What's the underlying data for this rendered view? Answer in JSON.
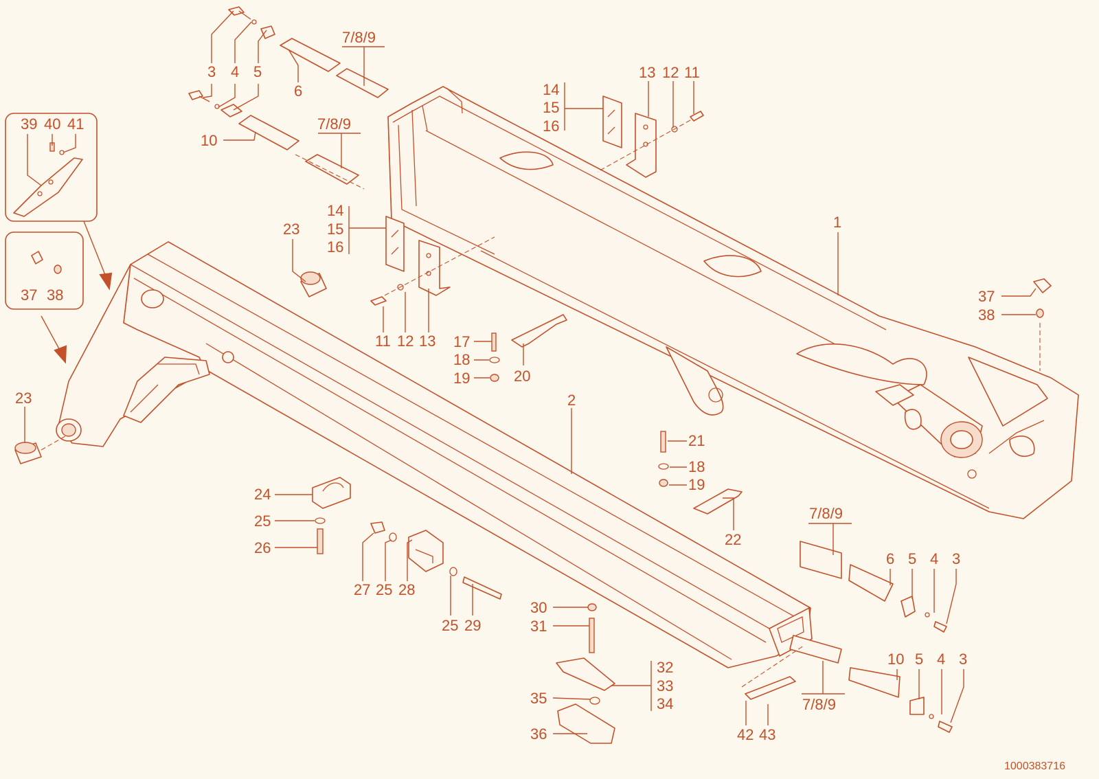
{
  "drawing": {
    "reference_number": "1000383716",
    "accent_color": "#c2512a",
    "background_color": "#fdf8ee"
  },
  "callouts": [
    {
      "id": "c-3a",
      "text": "3"
    },
    {
      "id": "c-4a",
      "text": "4"
    },
    {
      "id": "c-5a",
      "text": "5"
    },
    {
      "id": "c-789a",
      "text": "7/8/9"
    },
    {
      "id": "c-6a",
      "text": "6"
    },
    {
      "id": "c-10a",
      "text": "10"
    },
    {
      "id": "c-789b",
      "text": "7/8/9"
    },
    {
      "id": "c-39",
      "text": "39"
    },
    {
      "id": "c-40",
      "text": "40"
    },
    {
      "id": "c-41",
      "text": "41"
    },
    {
      "id": "c-37a",
      "text": "37"
    },
    {
      "id": "c-38a",
      "text": "38"
    },
    {
      "id": "c-14a",
      "text": "14"
    },
    {
      "id": "c-15a",
      "text": "15"
    },
    {
      "id": "c-16a",
      "text": "16"
    },
    {
      "id": "c-13a",
      "text": "13"
    },
    {
      "id": "c-12a",
      "text": "12"
    },
    {
      "id": "c-11a",
      "text": "11"
    },
    {
      "id": "c-1",
      "text": "1"
    },
    {
      "id": "c-23a",
      "text": "23"
    },
    {
      "id": "c-14b",
      "text": "14"
    },
    {
      "id": "c-15b",
      "text": "15"
    },
    {
      "id": "c-16b",
      "text": "16"
    },
    {
      "id": "c-11b",
      "text": "11"
    },
    {
      "id": "c-12b",
      "text": "12"
    },
    {
      "id": "c-13b",
      "text": "13"
    },
    {
      "id": "c-17",
      "text": "17"
    },
    {
      "id": "c-18a",
      "text": "18"
    },
    {
      "id": "c-19a",
      "text": "19"
    },
    {
      "id": "c-20",
      "text": "20"
    },
    {
      "id": "c-37b",
      "text": "37"
    },
    {
      "id": "c-38b",
      "text": "38"
    },
    {
      "id": "c-23b",
      "text": "23"
    },
    {
      "id": "c-2",
      "text": "2"
    },
    {
      "id": "c-21",
      "text": "21"
    },
    {
      "id": "c-18b",
      "text": "18"
    },
    {
      "id": "c-19b",
      "text": "19"
    },
    {
      "id": "c-22",
      "text": "22"
    },
    {
      "id": "c-24",
      "text": "24"
    },
    {
      "id": "c-25a",
      "text": "25"
    },
    {
      "id": "c-26",
      "text": "26"
    },
    {
      "id": "c-27",
      "text": "27"
    },
    {
      "id": "c-25b",
      "text": "25"
    },
    {
      "id": "c-28",
      "text": "28"
    },
    {
      "id": "c-25c",
      "text": "25"
    },
    {
      "id": "c-29",
      "text": "29"
    },
    {
      "id": "c-789c",
      "text": "7/8/9"
    },
    {
      "id": "c-6b",
      "text": "6"
    },
    {
      "id": "c-5b",
      "text": "5"
    },
    {
      "id": "c-4b",
      "text": "4"
    },
    {
      "id": "c-3b",
      "text": "3"
    },
    {
      "id": "c-30",
      "text": "30"
    },
    {
      "id": "c-31",
      "text": "31"
    },
    {
      "id": "c-32",
      "text": "32"
    },
    {
      "id": "c-33",
      "text": "33"
    },
    {
      "id": "c-34",
      "text": "34"
    },
    {
      "id": "c-35",
      "text": "35"
    },
    {
      "id": "c-36",
      "text": "36"
    },
    {
      "id": "c-10b",
      "text": "10"
    },
    {
      "id": "c-5c",
      "text": "5"
    },
    {
      "id": "c-4c",
      "text": "4"
    },
    {
      "id": "c-3c",
      "text": "3"
    },
    {
      "id": "c-789d",
      "text": "7/8/9"
    },
    {
      "id": "c-42",
      "text": "42"
    },
    {
      "id": "c-43",
      "text": "43"
    }
  ]
}
